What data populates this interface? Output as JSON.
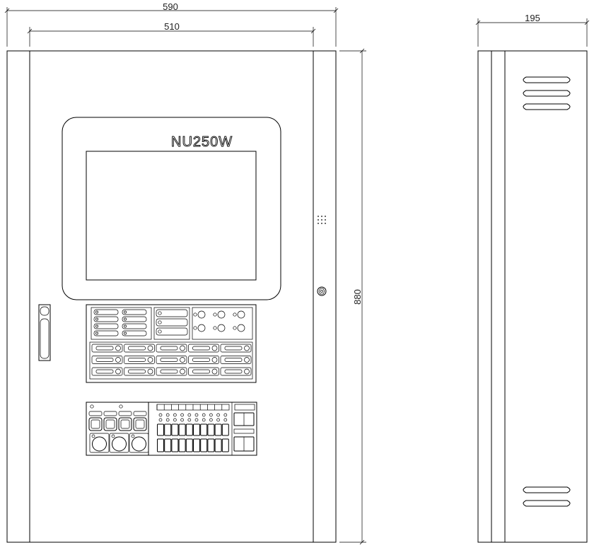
{
  "drawing": {
    "front_view": {
      "width_label": "590",
      "inner_width_label": "510",
      "height_label": "880",
      "model_label": "NU250W"
    },
    "side_view": {
      "depth_label": "195"
    }
  }
}
